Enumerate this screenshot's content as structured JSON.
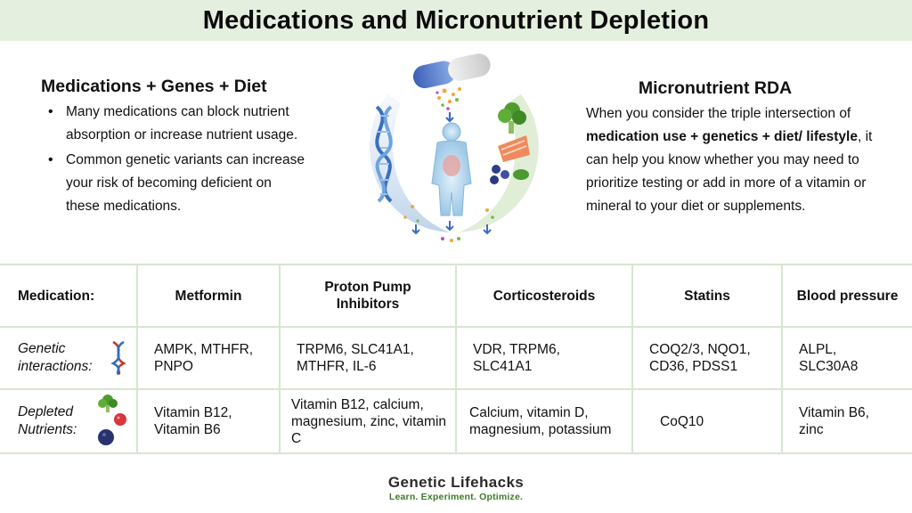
{
  "title": "Medications and Micronutrient Depletion",
  "left": {
    "heading": "Medications + Genes + Diet",
    "bullets": [
      "Many medications can block nutrient absorption or increase nutrient usage.",
      "Common genetic variants can increase your risk of becoming deficient on these medications."
    ]
  },
  "right": {
    "heading": "Micronutrient RDA",
    "text_1": "When you consider the triple intersection of ",
    "text_bold": "medication use + genetics + diet/ lifestyle",
    "text_2": ", it can help you know whether you may need to prioritize testing or add in more of a vitamin or mineral to your diet or supplements."
  },
  "table": {
    "headers": [
      "Medication:",
      "Metformin",
      "Proton Pump Inhibitors",
      "Corticosteroids",
      "Statins",
      "Blood pressure"
    ],
    "genetic": {
      "label_1": "Genetic",
      "label_2": "interactions:",
      "cells": [
        "AMPK, MTHFR, PNPO",
        "TRPM6, SLC41A1, MTHFR, IL-6",
        "VDR, TRPM6, SLC41A1",
        "COQ2/3, NQO1, CD36, PDSS1",
        "ALPL, SLC30A8"
      ]
    },
    "depleted": {
      "label_1": "Depleted",
      "label_2": "Nutrients:",
      "cells": [
        "Vitamin B12, Vitamin B6",
        "Vitamin B12, calcium, magnesium, zinc, vitamin C",
        "Calcium, vitamin D, magnesium, potassium",
        "CoQ10",
        "Vitamin B6, zinc"
      ]
    }
  },
  "brand": {
    "name": "Genetic Lifehacks",
    "tagline": "Learn. Experiment. Optimize."
  },
  "colors": {
    "title_bg": "#e5efe0",
    "grid": "#d6e6d0",
    "brand_green": "#3f7a2a"
  }
}
